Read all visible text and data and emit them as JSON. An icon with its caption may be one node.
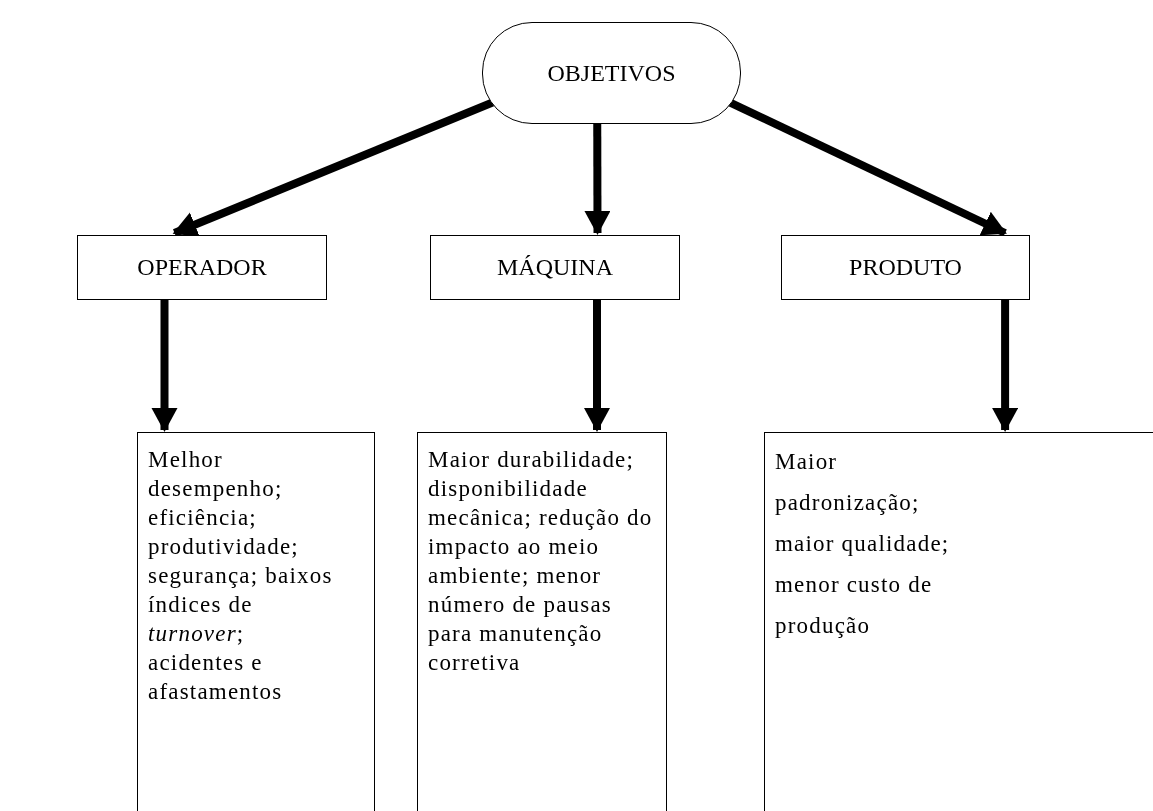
{
  "diagram": {
    "nodes": [
      {
        "text": [
          "OBJETIVOS"
        ]
      },
      {
        "text": [
          "OPERADOR"
        ]
      },
      {
        "text": [
          "MÁQUINA"
        ]
      },
      {
        "text": [
          "PRODUTO"
        ]
      },
      {
        "text": [
          "Melhor desempenho; eficiência; produtividade; segurança; baixos índices de *turnover*; acidentes e afastamentos"
        ]
      },
      {
        "text": [
          "Maior durabilidade; disponibilidade mecânica; redução do impacto ao meio ambiente; menor número de pausas para manutenção corretiva"
        ]
      },
      {
        "text": [
          "Maior padronização; maior qualidade; menor custo de produção"
        ]
      }
    ],
    "edges": [
      {
        "from": 0,
        "to": 1,
        "arrow": "to"
      },
      {
        "from": 0,
        "to": 2,
        "arrow": "to"
      },
      {
        "from": 0,
        "to": 3,
        "arrow": "to"
      },
      {
        "from": 1,
        "to": 4,
        "arrow": "to"
      },
      {
        "from": 2,
        "to": 5,
        "arrow": "to"
      },
      {
        "from": 3,
        "to": 6,
        "arrow": "to"
      }
    ]
  }
}
